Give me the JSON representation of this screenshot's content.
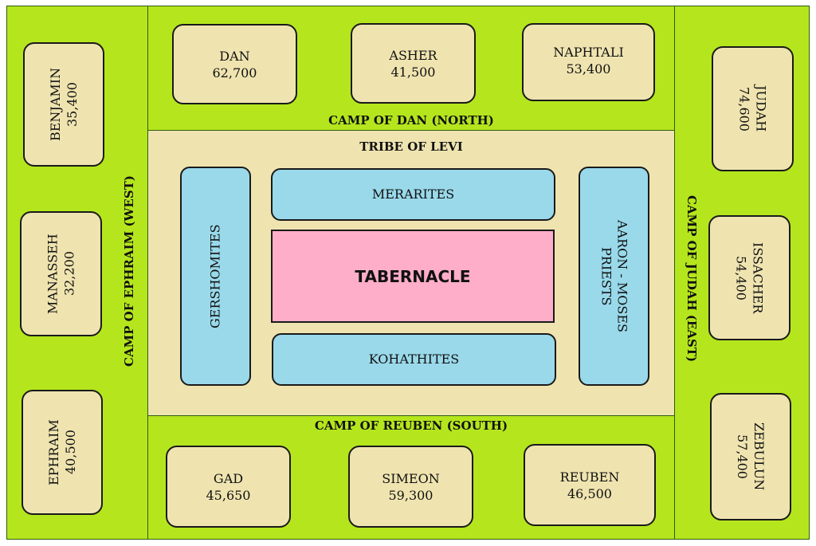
{
  "camps": {
    "north": {
      "label": "CAMP OF DAN (NORTH)",
      "tribes": [
        {
          "name": "DAN",
          "count": "62,700"
        },
        {
          "name": "ASHER",
          "count": "41,500"
        },
        {
          "name": "NAPHTALI",
          "count": "53,400"
        }
      ]
    },
    "west": {
      "label": "CAMP OF EPHRAIM (WEST)",
      "tribes": [
        {
          "name": "BENJAMIN",
          "count": "35,400"
        },
        {
          "name": "MANASSEH",
          "count": "32,200"
        },
        {
          "name": "EPHRAIM",
          "count": "40,500"
        }
      ]
    },
    "east": {
      "label": "CAMP OF JUDAH (EAST)",
      "tribes": [
        {
          "name": "JUDAH",
          "count": "74,600"
        },
        {
          "name": "ISSACHER",
          "count": "54,400"
        },
        {
          "name": "ZEBULUN",
          "count": "57,400"
        }
      ]
    },
    "south": {
      "label": "CAMP OF REUBEN (SOUTH)",
      "tribes": [
        {
          "name": "GAD",
          "count": "45,650"
        },
        {
          "name": "SIMEON",
          "count": "59,300"
        },
        {
          "name": "REUBEN",
          "count": "46,500"
        }
      ]
    }
  },
  "levi": {
    "label": "TRIBE OF LEVI",
    "merarites": "MERARITES",
    "kohathites": "KOHATHITES",
    "gershomites": "GERSHOMITES",
    "priests_line1": "AARON - MOSES",
    "priests_line2": "PRIESTS"
  },
  "tabernacle": "TABERNACLE",
  "colors": {
    "camp_green": "#b5e61d",
    "tan": "#efe4b0",
    "clan_blue": "#99d9ea",
    "tabernacle_pink": "#ffaec9"
  }
}
